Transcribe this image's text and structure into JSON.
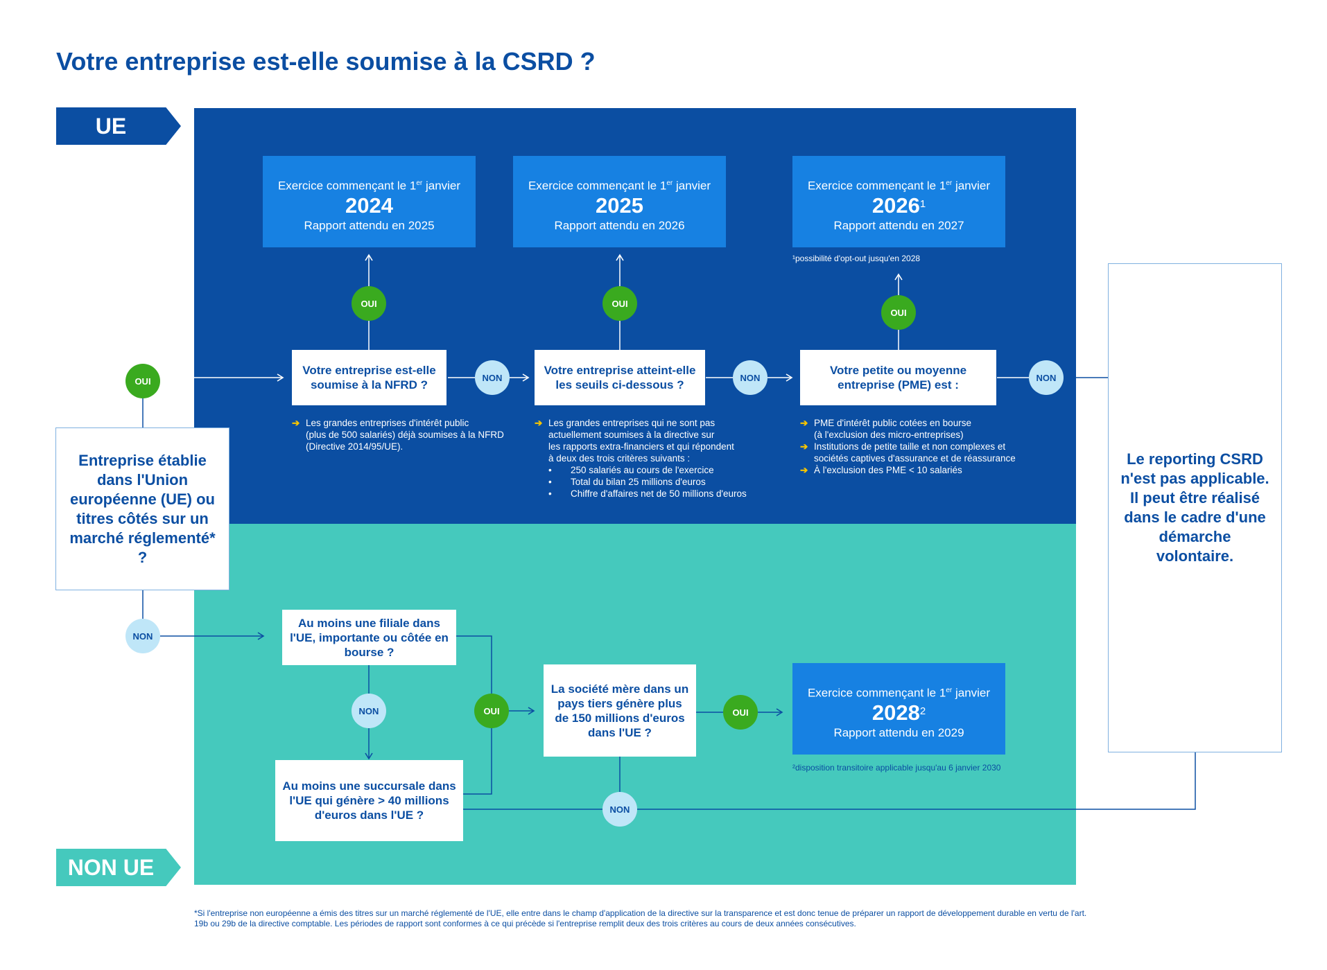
{
  "title": "Votre entreprise est-elle soumise à la CSRD ?",
  "tags": {
    "ue": "UE",
    "non_ue": "NON UE"
  },
  "start_question": "Entreprise établie dans l'Union européenne (UE) ou titres côtés sur un marché réglementé* ?",
  "labels": {
    "oui": "OUI",
    "non": "NON"
  },
  "year_boxes": [
    {
      "line1_pre": "Exercice commençant le 1",
      "line1_sup": "er",
      "line1_post": " janvier",
      "year": "2024",
      "year_sup": "",
      "line3": "Rapport attendu en 2025"
    },
    {
      "line1_pre": "Exercice commençant le 1",
      "line1_sup": "er",
      "line1_post": " janvier",
      "year": "2025",
      "year_sup": "",
      "line3": "Rapport attendu en 2026"
    },
    {
      "line1_pre": "Exercice commençant le 1",
      "line1_sup": "er",
      "line1_post": " janvier",
      "year": "2026",
      "year_sup": "1",
      "line3": "Rapport attendu en 2027"
    },
    {
      "line1_pre": "Exercice commençant le 1",
      "line1_sup": "er",
      "line1_post": " janvier",
      "year": "2028",
      "year_sup": "2",
      "line3": "Rapport attendu en 2029"
    }
  ],
  "notes": {
    "optout": "¹possibilité d'opt-out jusqu'en 2028",
    "transitoire": "²disposition transitoire applicable jusqu'au 6 janvier 2030"
  },
  "ue_questions": [
    "Votre entreprise est-elle soumise à la NFRD ?",
    "Votre entreprise atteint-elle les seuils ci-dessous ?",
    "Votre petite ou moyenne entreprise (PME) est :"
  ],
  "criteria": {
    "nfrd": [
      "Les grandes entreprises d'intérêt public",
      "(plus de 500 salariés) déjà soumises à la NFRD",
      "(Directive 2014/95/UE)."
    ],
    "seuils": [
      "Les grandes entreprises qui ne sont pas",
      "actuellement soumises à la directive sur",
      "les rapports extra-financiers et qui répondent",
      "à deux des trois critères suivants :"
    ],
    "seuils_sub": [
      "250 salariés au cours de l'exercice",
      "Total du bilan 25 millions d'euros",
      "Chiffre d'affaires net de 50 millions d'euros"
    ],
    "pme": [
      [
        "PME d'intérêt public cotées en bourse",
        "(à l'exclusion des micro-entreprises)"
      ],
      [
        "Institutions de petite taille et non complexes et",
        "sociétés captives d'assurance et de réassurance"
      ],
      [
        "À l'exclusion des PME < 10 salariés"
      ]
    ]
  },
  "non_ue_questions": [
    "Au moins une filiale dans l'UE, importante ou côtée en bourse ?",
    "Au moins une succursale dans l'UE qui génère > 40 millions d'euros dans l'UE ?",
    "La société mère dans un pays tiers génère plus de 150 millions d'euros dans l'UE ?"
  ],
  "result": "Le reporting CSRD n'est pas applicable. Il peut être réalisé dans le cadre d'une démarche volontaire.",
  "footnote": "*Si l'entreprise non européenne a émis des titres sur un marché réglementé de l'UE, elle entre dans le champ d'application de la directive sur la transparence et est donc tenue de préparer un rapport de développement durable en vertu de l'art. 19b ou 29b de la directive comptable. Les périodes de rapport sont conformes à ce qui précède si l'entreprise remplit deux des trois critères au cours de deux années consécutives.",
  "colors": {
    "ue_blue": "#0b4ea2",
    "box_blue": "#1781e2",
    "teal": "#45c9bd",
    "oui_green": "#3aaa1f",
    "non_lightblue": "#bfe6f8",
    "bullet_yellow": "#f6c500"
  }
}
